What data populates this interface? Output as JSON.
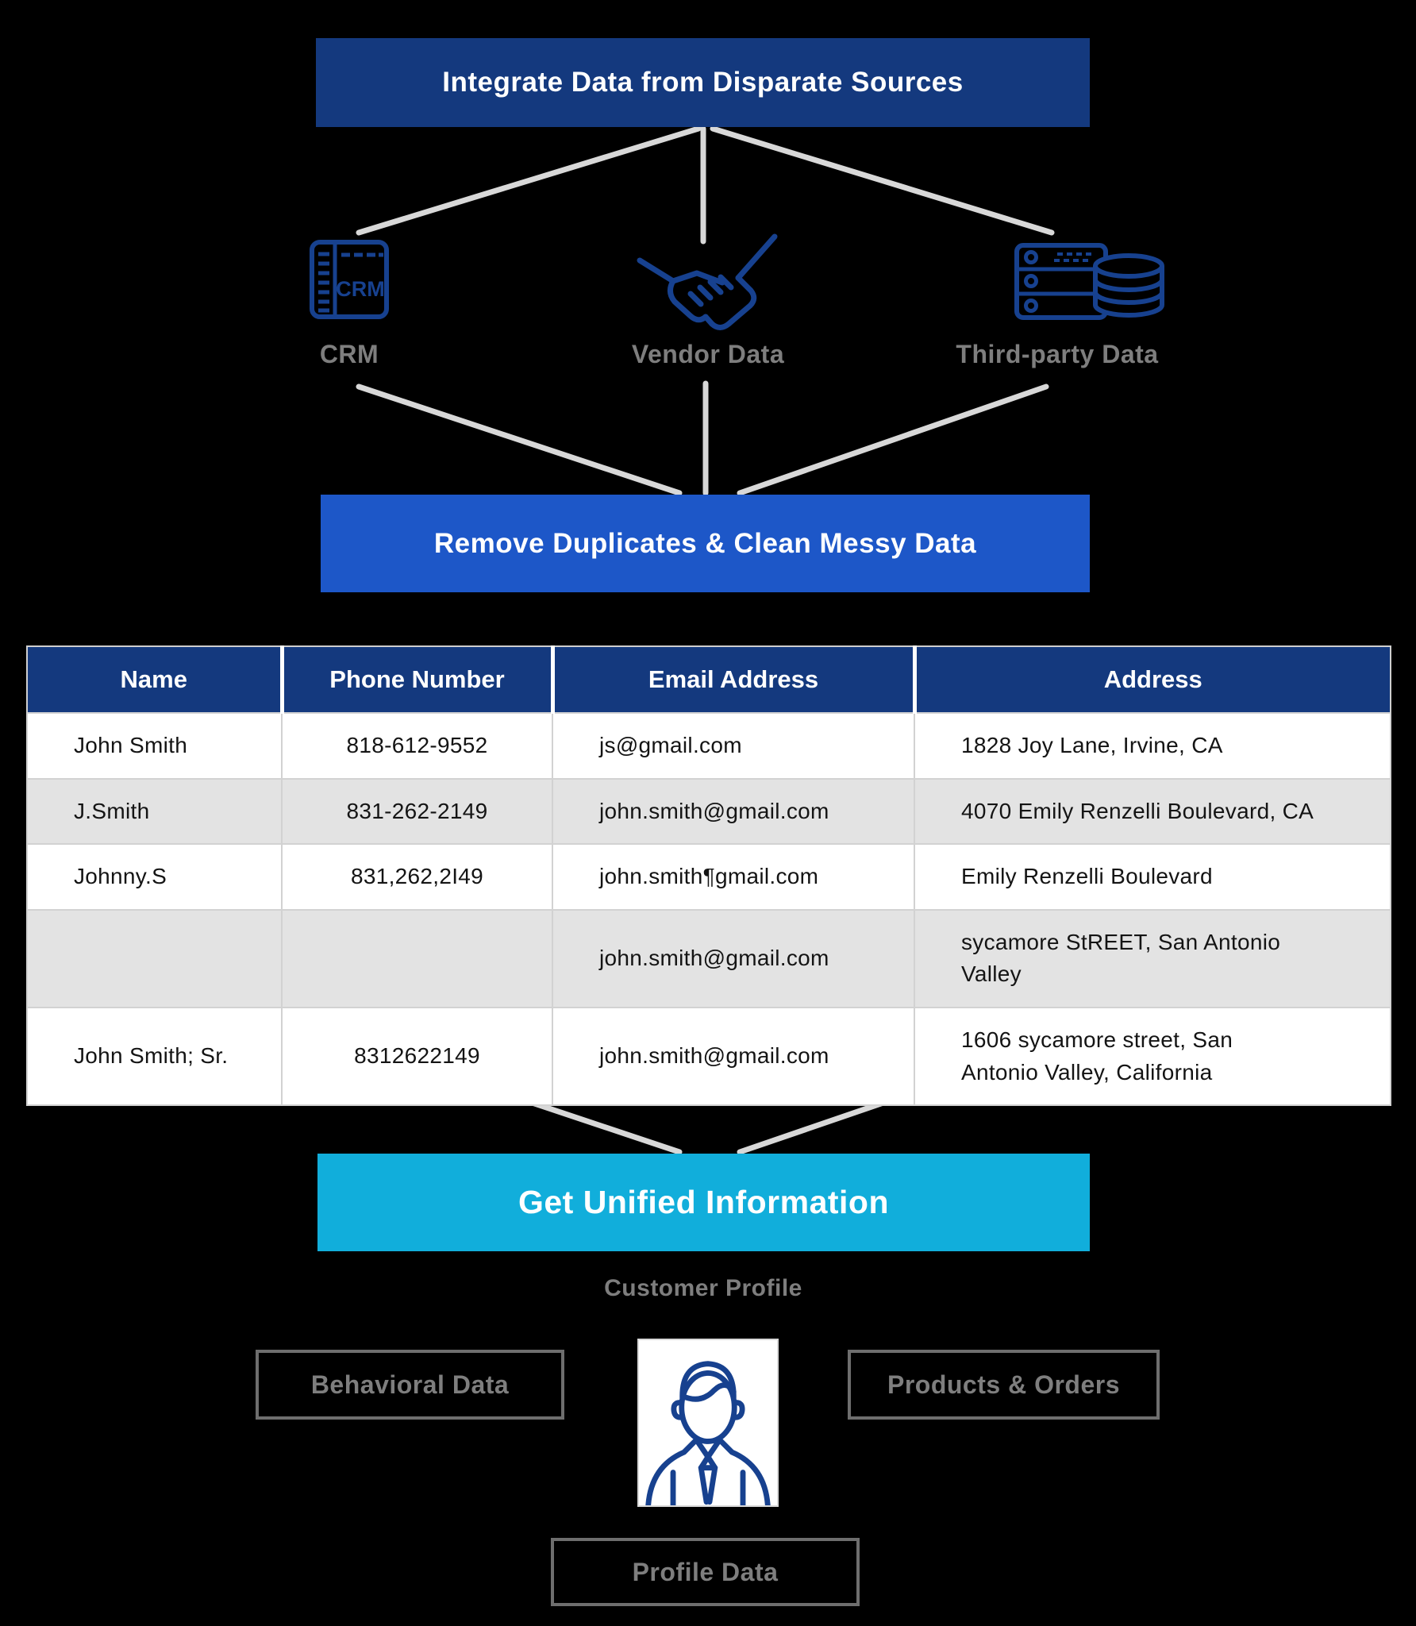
{
  "flow": {
    "step1_label": "Integrate Data from Disparate Sources",
    "step2_label": "Remove Duplicates & Clean Messy Data",
    "step3_label": "Get Unified Information"
  },
  "sources": [
    {
      "label": "CRM",
      "icon": "crm-icon"
    },
    {
      "label": "Vendor Data",
      "icon": "handshake-icon"
    },
    {
      "label": "Third-party Data",
      "icon": "server-database-icon"
    }
  ],
  "table": {
    "headers": [
      "Name",
      "Phone Number",
      "Email Address",
      "Address"
    ],
    "rows": [
      [
        "John Smith",
        "818-612-9552",
        "js@gmail.com",
        "1828  Joy Lane, Irvine, CA"
      ],
      [
        "J.Smith",
        "831-262-2149",
        "john.smith@gmail.com",
        "4070  Emily Renzelli Boulevard, CA"
      ],
      [
        "Johnny.S",
        "831,262,2I49",
        "john.smith¶gmail.com",
        "Emily Renzelli Boulevard"
      ],
      [
        "",
        "",
        "john.smith@gmail.com",
        "sycamore StREET, San Antonio Valley"
      ],
      [
        "John Smith; Sr.",
        "8312622149",
        "john.smith@gmail.com",
        "1606  sycamore street, San Antonio Valley, California"
      ]
    ]
  },
  "profile": {
    "title": "Customer Profile",
    "left_box_label": "Behavioral Data",
    "right_box_label": "Products & Orders",
    "bottom_box_label": "Profile Data",
    "icon": "businessman-icon"
  },
  "colors": {
    "navy": "#14397E",
    "royal_blue": "#1D57C8",
    "cyan": "#11AEDB",
    "icon_blue": "#17418F",
    "gray_label": "#7E7E7E",
    "connector_line": "#D8D8D8",
    "row_alt": "#E3E3E3"
  }
}
